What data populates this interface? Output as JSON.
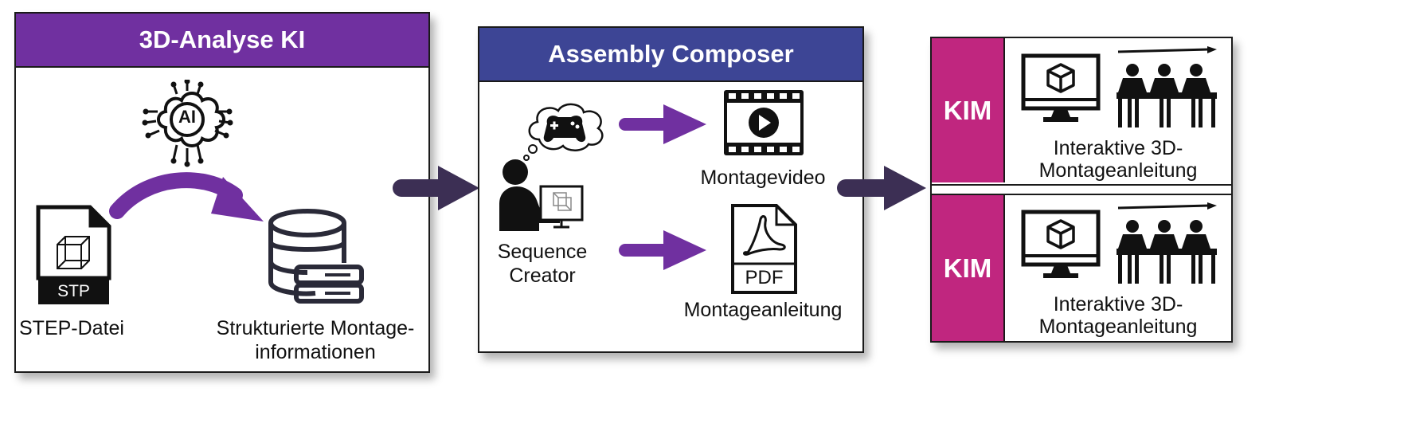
{
  "colors": {
    "purple": "#7030a0",
    "blue": "#3d4595",
    "magenta": "#c0267f",
    "dark_arrow": "#3c2f54",
    "outline": "#1a1a1a"
  },
  "panel1": {
    "title": "3D-Analyse KI",
    "ai_icon_text": "AI",
    "file_badge": "STP",
    "step_label": "STEP-Datei",
    "structured_label_line1": "Strukturierte Montage-",
    "structured_label_line2": "informationen",
    "icons": [
      "ai-brain-icon",
      "stp-file-icon",
      "database-server-icon"
    ]
  },
  "panel2": {
    "title": "Assembly Composer",
    "sequence_line1": "Sequence",
    "sequence_line2": "Creator",
    "video_label": "Montagevideo",
    "pdf_badge": "PDF",
    "pdf_label": "Montageanleitung",
    "icons": [
      "gamepad-thought-icon",
      "person-at-computer-icon",
      "film-play-icon",
      "pdf-file-icon"
    ]
  },
  "panel3": {
    "rows": [
      {
        "tag": "KIM",
        "line1": "Interaktive 3D-",
        "line2": "Montageanleitung"
      },
      {
        "tag": "KIM",
        "line1": "Interaktive 3D-",
        "line2": "Montageanleitung"
      }
    ],
    "icons": [
      "monitor-cube-icon",
      "assembly-line-workers-icon"
    ]
  }
}
